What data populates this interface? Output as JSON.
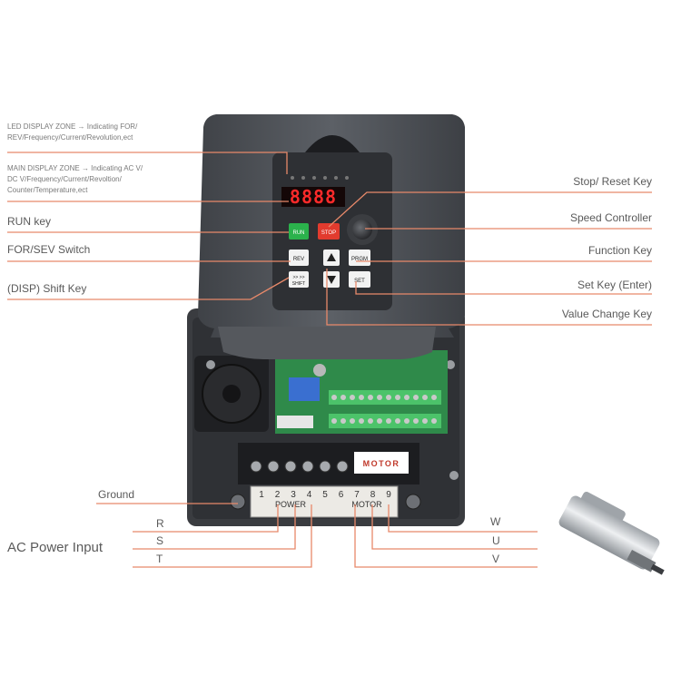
{
  "labels": {
    "led_display_zone_1": "LED DISPLAY ZONE → Indicating FOR/",
    "led_display_zone_2": "REV/Frequency/Current/Revolution,ect",
    "main_display_zone_1": "MAIN DISPLAY ZONE → Indicating AC V/",
    "main_display_zone_2": "DC V/Frequency/Current/Revoltion/",
    "main_display_zone_3": "Counter/Temperature,ect",
    "run_key": "RUN key",
    "for_sev_switch": "FOR/SEV Switch",
    "disp_shift_key": "(DISP) Shift Key",
    "stop_reset_key": "Stop/ Reset Key",
    "speed_controller": "Speed Controller",
    "function_key": "Function Key",
    "set_key": "Set Key (Enter)",
    "value_change_key": "Value Change Key",
    "ground": "Ground",
    "ac_power_input": "AC Power Input",
    "phase_r": "R",
    "phase_s": "S",
    "phase_t": "T",
    "phase_w": "W",
    "phase_u": "U",
    "phase_v": "V"
  },
  "device": {
    "display_digits": "8888",
    "keys": {
      "run": "RUN",
      "stop": "STOP",
      "rev": "REV",
      "prgm": "PRGM",
      "shift_1": ">>  >>",
      "shift_2": "SHIFT",
      "set": "SET"
    },
    "terminal_block_label": "MOTOR",
    "terminal_numbers": [
      "1",
      "2",
      "3",
      "4",
      "5",
      "6",
      "7",
      "8",
      "9"
    ],
    "terminal_power_label": "POWER",
    "terminal_motor_label": "MOTOR"
  },
  "colors": {
    "leader_line": "#e8896a",
    "label_text": "#5a5a5a",
    "housing": "#4f5257",
    "housing_dark": "#2e3034",
    "pcb_green": "#2f8a4a",
    "terminal_green": "#4cc36a",
    "run_key": "#2bb24c",
    "stop_key": "#e23b2e",
    "spindle_body": "#c9ccd0"
  }
}
